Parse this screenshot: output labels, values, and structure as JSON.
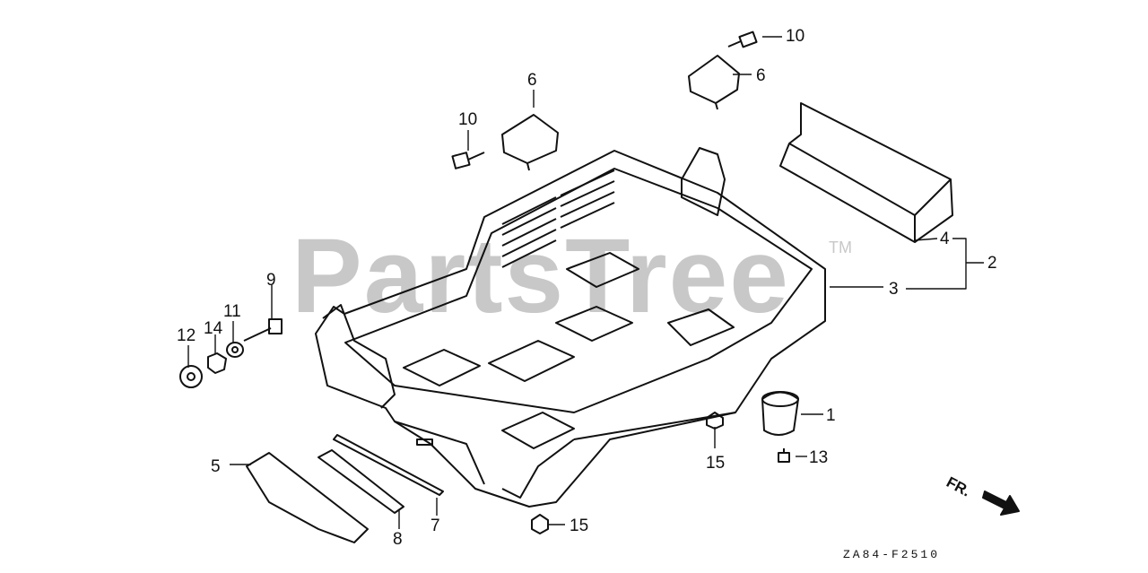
{
  "watermark": {
    "text": "PartsTree",
    "trademark": "TM"
  },
  "callouts": {
    "c1": "1",
    "c2": "2",
    "c3": "3",
    "c4": "4",
    "c5": "5",
    "c6a": "6",
    "c6b": "6",
    "c7": "7",
    "c8": "8",
    "c9": "9",
    "c10a": "10",
    "c10b": "10",
    "c11": "11",
    "c12": "12",
    "c13": "13",
    "c14": "14",
    "c15a": "15",
    "c15b": "15"
  },
  "direction_label": "FR.",
  "drawing_code": "ZA84-F2510"
}
